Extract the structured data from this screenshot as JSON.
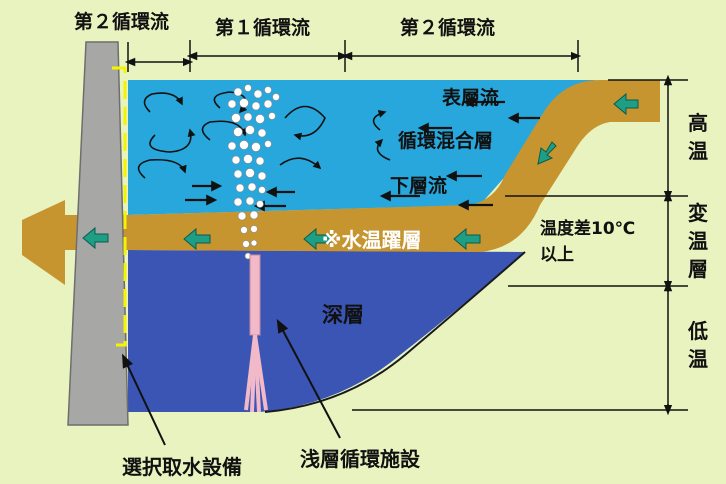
{
  "labels": {
    "second_flow_left": "第２循環流",
    "first_flow": "第１循環流",
    "second_flow_right": "第２循環流",
    "surface_flow": "表層流",
    "mixed_layer": "循環混合層",
    "lower_flow": "下層流",
    "thermocline": "※水温躍層",
    "deep_layer": "深層",
    "temp_diff_line1": "温度差10℃",
    "temp_diff_line2": "以上",
    "high_temp_chars": [
      "高",
      "温"
    ],
    "transition_chars": [
      "変",
      "温",
      "層"
    ],
    "low_temp_chars": [
      "低",
      "温"
    ],
    "intake_facility": "選択取水設備",
    "circulation_facility": "浅層循環施設"
  },
  "colors": {
    "background": "#e9f3bf",
    "surface_water": "#27a7dc",
    "deep_water": "#3a55b4",
    "inflow_band": "#c69530",
    "dam": "#a7a8a5",
    "arrow_green": "#1f9e86",
    "intake_dash": "#f5f400",
    "diffuser": "#f2b9c8"
  }
}
